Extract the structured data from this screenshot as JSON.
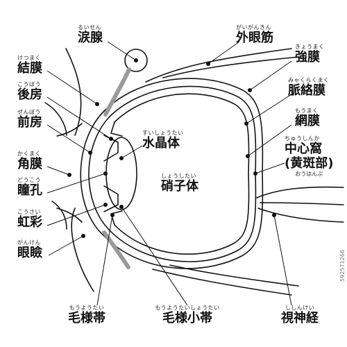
{
  "labels": {
    "lacrimal": {
      "ruby": "るいせん",
      "text": "涙腺"
    },
    "extraocular": {
      "ruby": "がいがんきん",
      "text": "外眼筋"
    },
    "sclera": {
      "ruby": "きょうまく",
      "text": "強膜"
    },
    "conjunctiva": {
      "ruby": "けつまく",
      "text": "結膜"
    },
    "choroid": {
      "ruby": "みゃくらくまく",
      "text": "脈絡膜"
    },
    "posterior": {
      "ruby": "こうぼう",
      "text": "後房"
    },
    "retina": {
      "ruby": "もうまく",
      "text": "網膜"
    },
    "anterior": {
      "ruby": "ぜんぼう",
      "text": "前房"
    },
    "lens": {
      "ruby": "すいしょうたい",
      "text": "水晶体"
    },
    "fovea": {
      "ruby": "ちゅうしんか",
      "text": "中心窩",
      "text2": "(黄斑部)",
      "ruby2": "おうはんぶ"
    },
    "cornea": {
      "ruby": "かくまく",
      "text": "角膜"
    },
    "vitreous": {
      "ruby": "しょうしたい",
      "text": "硝子体"
    },
    "pupil": {
      "ruby": "どうこう",
      "text": "瞳孔"
    },
    "iris": {
      "ruby": "こうさい",
      "text": "虹彩"
    },
    "eyelid": {
      "ruby": "がんけん",
      "text": "眼瞼"
    },
    "ciliary": {
      "ruby": "もうようたい",
      "text": "毛様帯"
    },
    "zonule": {
      "ruby": "もうようたいしょうたい",
      "text": "毛様小帯"
    },
    "optic": {
      "ruby": "ししんけい",
      "text": "視神経"
    }
  },
  "credit": "592571266",
  "colors": {
    "line": "#111111",
    "gray": "#9a9a9a",
    "fill": "#ffffff"
  }
}
